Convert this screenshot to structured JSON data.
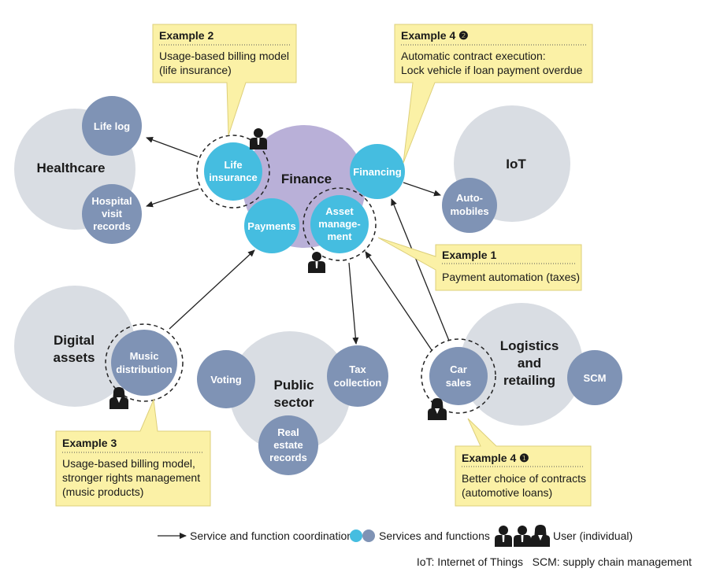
{
  "colors": {
    "domain_circle": "#d9dde3",
    "finance_circle": "#b9b0d8",
    "service_cyan": "#45bde0",
    "service_blue": "#7f93b5",
    "callout_fill": "#fbf1a6",
    "arrow": "#222222",
    "person": "#1a1a1a"
  },
  "domains": {
    "healthcare": "Healthcare",
    "finance": "Finance",
    "iot": "IoT",
    "digital_line1": "Digital",
    "digital_line2": "assets",
    "public_line1": "Public",
    "public_line2": "sector",
    "logistics_line1": "Logistics",
    "logistics_line2": "and",
    "logistics_line3": "retailing"
  },
  "nodes": {
    "life_log": "Life log",
    "hospital_1": "Hospital",
    "hospital_2": "visit",
    "hospital_3": "records",
    "life_ins_1": "Life",
    "life_ins_2": "insurance",
    "financing": "Financing",
    "payments": "Payments",
    "asset_1": "Asset",
    "asset_2": "manage-",
    "asset_3": "ment",
    "auto_1": "Auto-",
    "auto_2": "mobiles",
    "music_1": "Music",
    "music_2": "distribution",
    "voting": "Voting",
    "tax_1": "Tax",
    "tax_2": "collection",
    "real_1": "Real",
    "real_2": "estate",
    "real_3": "records",
    "car_1": "Car",
    "car_2": "sales",
    "scm": "SCM"
  },
  "callouts": {
    "ex2": {
      "title": "Example 2",
      "line1": "Usage-based billing model",
      "line2": "(life insurance)"
    },
    "ex4b": {
      "title": "Example 4 ❷",
      "line1": "Automatic contract execution:",
      "line2": "Lock vehicle if loan payment overdue"
    },
    "ex1": {
      "title": "Example 1",
      "line1": "Payment automation (taxes)"
    },
    "ex3": {
      "title": "Example 3",
      "line1": "Usage-based billing model,",
      "line2": "stronger rights management",
      "line3": "(music products)"
    },
    "ex4a": {
      "title": "Example 4 ❶",
      "line1": "Better choice of contracts",
      "line2": "(automotive loans)"
    }
  },
  "legend": {
    "coordination": "Service and function coordination",
    "services": "Services and functions",
    "user": "User (individual)"
  },
  "footnote": "IoT: Internet of Things   SCM: supply chain management"
}
